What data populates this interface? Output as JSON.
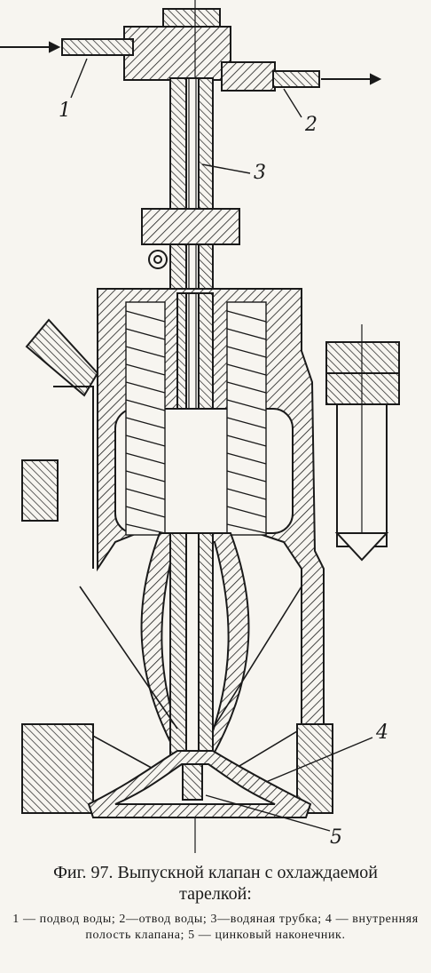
{
  "labels": {
    "l1": "1",
    "l2": "2",
    "l3": "3",
    "l4": "4",
    "l5": "5"
  },
  "caption": {
    "title": "Фиг. 97. Выпускной клапан с охлаждаемой тарелкой:",
    "legend": "1 — подвод воды; 2—отвод воды; 3—водяная трубка; 4 — внутренняя полость клапана; 5 — цинковый наконечник."
  },
  "colors": {
    "ink": "#1a1a1a",
    "paper": "#f7f5f0"
  }
}
